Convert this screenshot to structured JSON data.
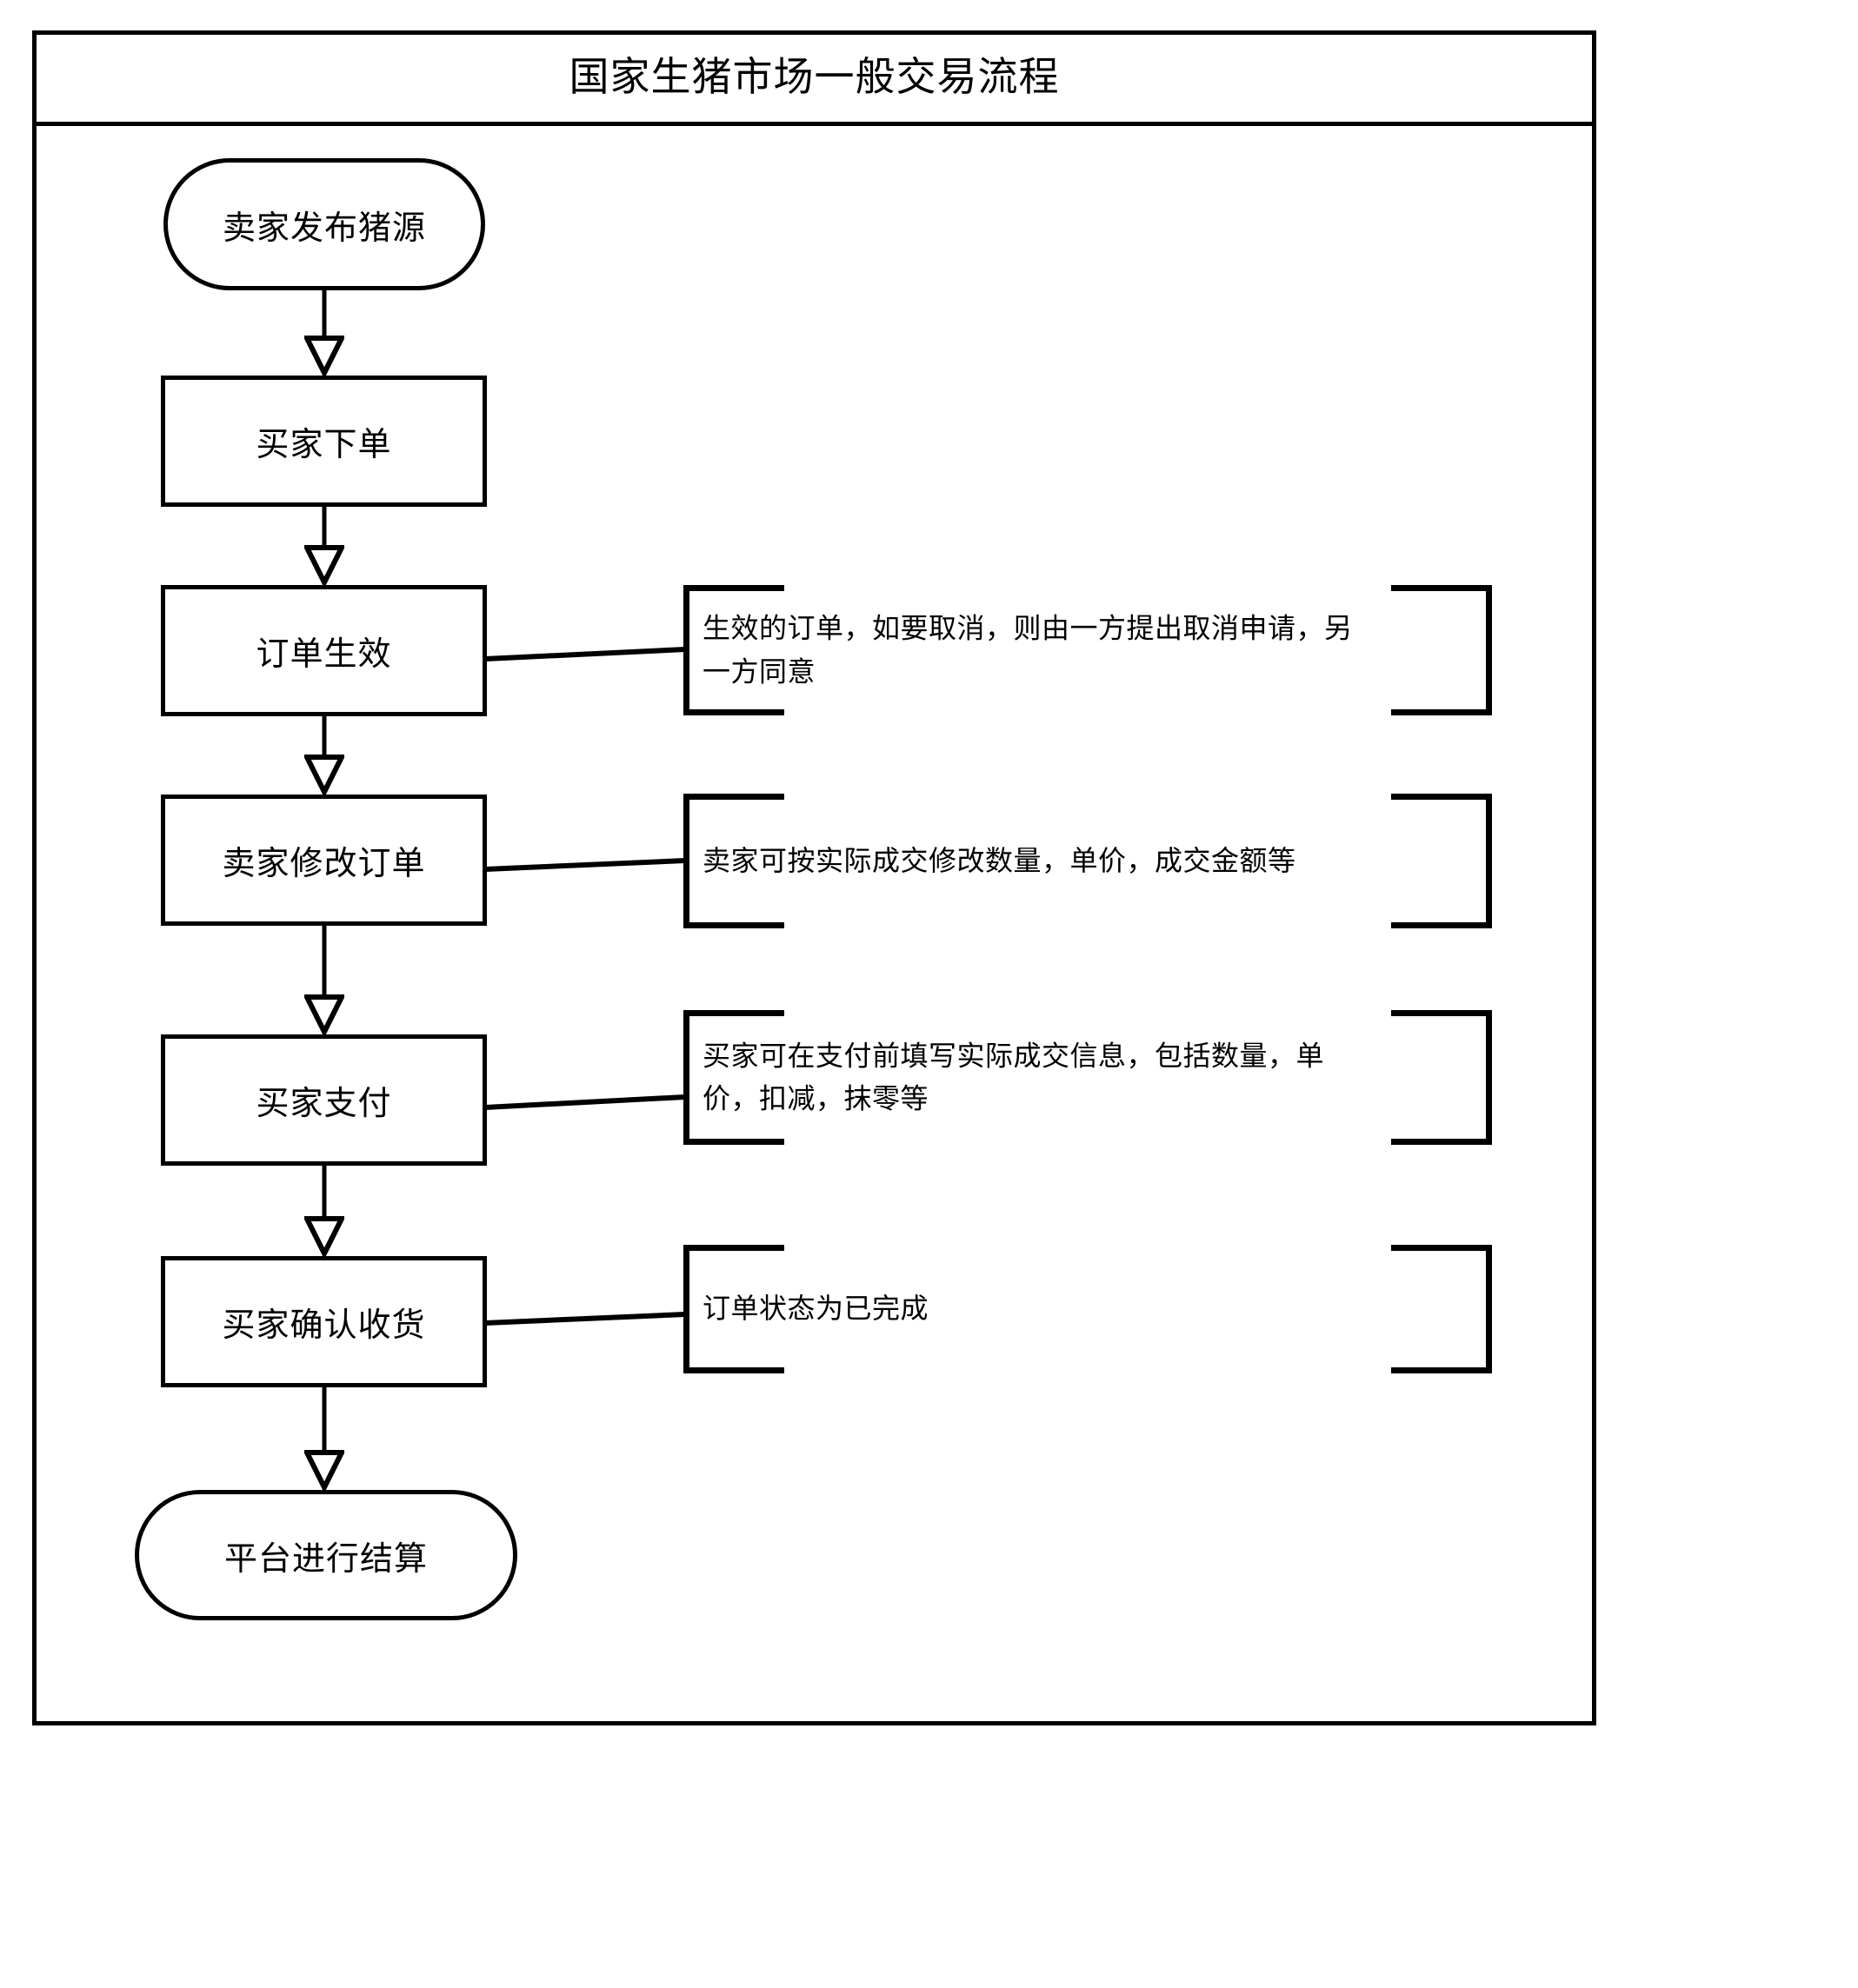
{
  "document": {
    "title": "国家生猪市场一般交易流程"
  },
  "flowchart": {
    "type": "flowchart",
    "orientation": "top-to-bottom",
    "nodes": [
      {
        "id": "n1",
        "label": "卖家发布猪源",
        "shape": "terminator"
      },
      {
        "id": "n2",
        "label": "买家下单",
        "shape": "process"
      },
      {
        "id": "n3",
        "label": "订单生效",
        "shape": "process"
      },
      {
        "id": "n4",
        "label": "卖家修改订单",
        "shape": "process"
      },
      {
        "id": "n5",
        "label": "买家支付",
        "shape": "process"
      },
      {
        "id": "n6",
        "label": "买家确认收货",
        "shape": "process"
      },
      {
        "id": "n7",
        "label": "平台进行结算",
        "shape": "terminator"
      }
    ],
    "edges": [
      {
        "from": "n1",
        "to": "n2",
        "arrow": "open-triangle"
      },
      {
        "from": "n2",
        "to": "n3",
        "arrow": "open-triangle"
      },
      {
        "from": "n3",
        "to": "n4",
        "arrow": "open-triangle"
      },
      {
        "from": "n4",
        "to": "n5",
        "arrow": "open-triangle"
      },
      {
        "from": "n5",
        "to": "n6",
        "arrow": "open-triangle"
      },
      {
        "from": "n6",
        "to": "n7",
        "arrow": "open-triangle"
      }
    ],
    "annotations": [
      {
        "id": "a1",
        "attached_to": "n3",
        "text": "生效的订单，如要取消，则由一方提出取消申请，另一方同意"
      },
      {
        "id": "a2",
        "attached_to": "n4",
        "text": "卖家可按实际成交修改数量，单价，成交金额等"
      },
      {
        "id": "a3",
        "attached_to": "n5",
        "text": "买家可在支付前填写实际成交信息，包括数量，单价，扣减，抹零等"
      },
      {
        "id": "a4",
        "attached_to": "n6",
        "text": "订单状态为已完成"
      }
    ]
  },
  "colors": {
    "stroke": "#000000",
    "background": "#ffffff"
  }
}
